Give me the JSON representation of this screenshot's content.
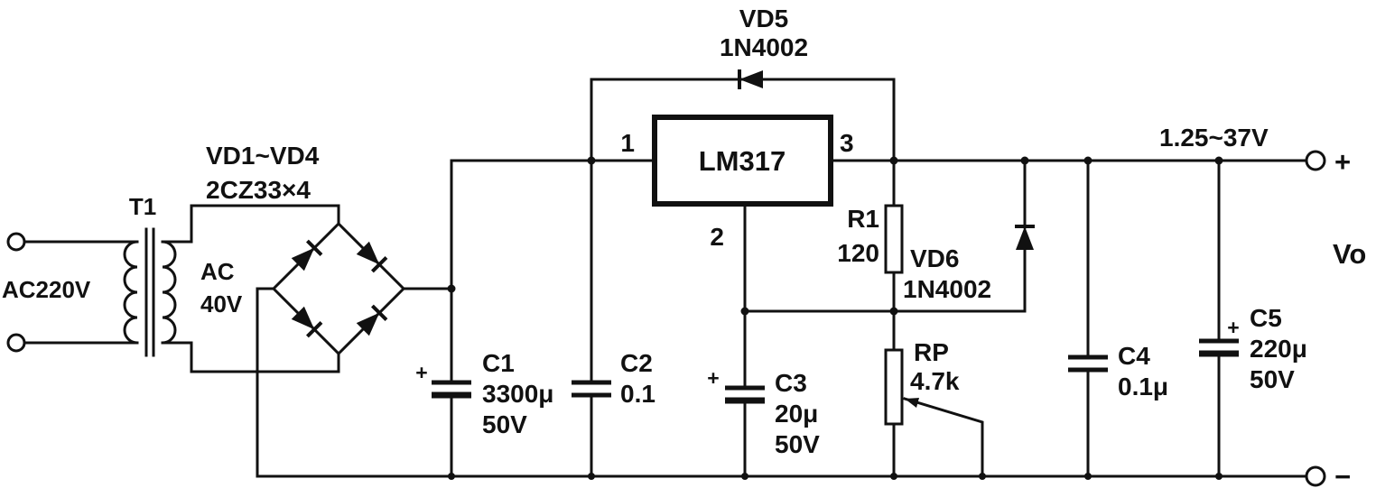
{
  "input": {
    "source": "AC220V",
    "transformer": "T1",
    "secondary_line1": "AC",
    "secondary_line2": "40V"
  },
  "rectifier": {
    "name": "VD1~VD4",
    "type": "2CZ33×4"
  },
  "regulator": {
    "name": "LM317",
    "pin_in": "1",
    "pin_adj": "2",
    "pin_out": "3"
  },
  "diodes": {
    "vd5_name": "VD5",
    "vd5_type": "1N4002",
    "vd6_name": "VD6",
    "vd6_type": "1N4002"
  },
  "resistors": {
    "r1_name": "R1",
    "r1_value": "120",
    "rp_name": "RP",
    "rp_value": "4.7k"
  },
  "capacitors": {
    "c1_name": "C1",
    "c1_value": "3300μ",
    "c1_voltage": "50V",
    "c2_name": "C2",
    "c2_value": "0.1",
    "c3_name": "C3",
    "c3_value": "20μ",
    "c3_voltage": "50V",
    "c4_name": "C4",
    "c4_value": "0.1μ",
    "c5_name": "C5",
    "c5_value": "220μ",
    "c5_voltage": "50V"
  },
  "output": {
    "range": "1.25~37V",
    "plus": "+",
    "minus": "−",
    "vo": "Vo"
  },
  "symbols": {
    "plus": "+"
  }
}
